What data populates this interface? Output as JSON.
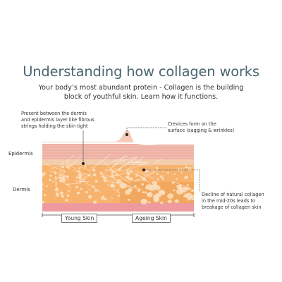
{
  "title": "Understanding how collagen works",
  "subtitle_line1": "Your body’s most abundant protein - Collagen is the building",
  "subtitle_line2": "block of youthful skin. Learn how it functions.",
  "annotations": {
    "fibrous": [
      "Present between the dermis",
      "and epidermis layer like fibrous",
      "strings holding the skin tight"
    ],
    "crevices": [
      "Crevices form on the",
      "surface (sagging & wrinkles)"
    ],
    "decline": [
      "Decline of natural collagen",
      "in the mid-20s leads to",
      "breakage of collagen skin"
    ]
  },
  "layers": {
    "epidermis": "Epidermis",
    "dermis": "Dermis"
  },
  "panels": {
    "young": "Young Skin",
    "ageing": "Ageing Skin"
  },
  "colors": {
    "title": "#4a6670",
    "epidermis_top": "#f6c9b7",
    "epidermis_mid": "#efb1a4",
    "fiber_band": "#f3ccab",
    "dermis": "#f7b36e",
    "dermis_dark": "#f1a85e",
    "base": "#ee9a9e",
    "marker": "#222222",
    "leader": "#666666"
  }
}
